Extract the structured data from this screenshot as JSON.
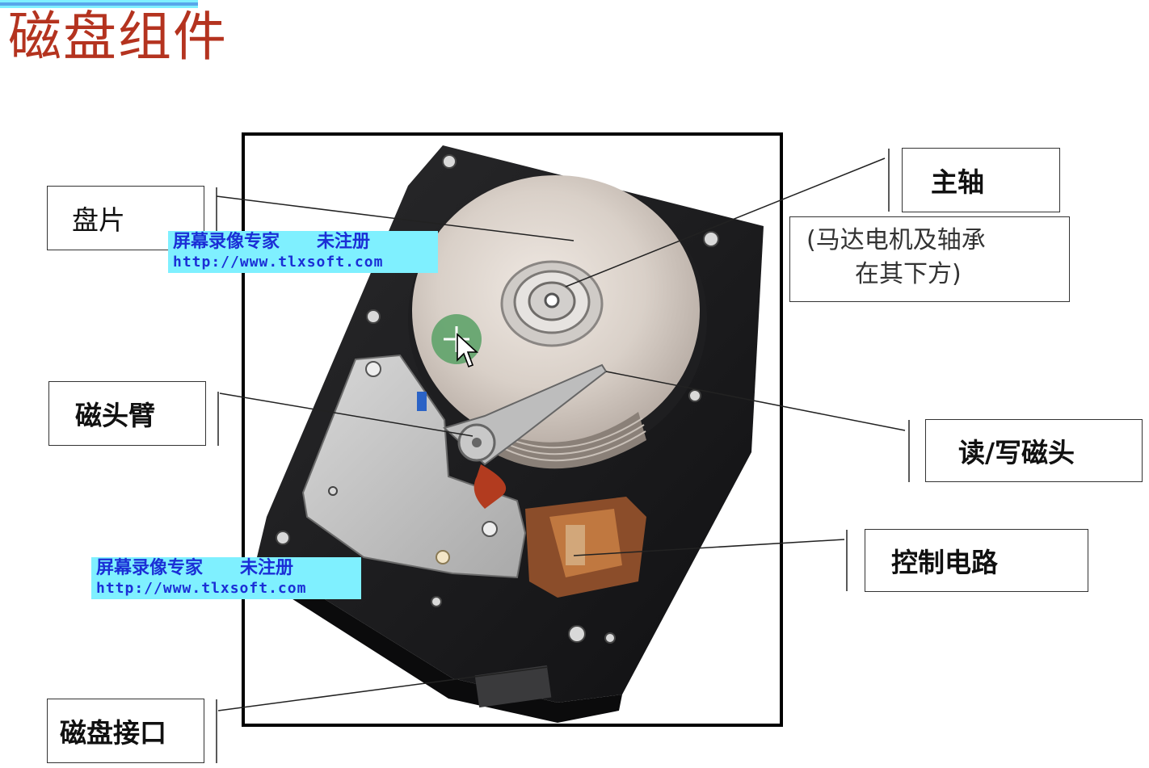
{
  "title": "磁盘组件",
  "labels": {
    "platter": "盘片",
    "spindle": "主轴",
    "spindle_note_line1": "(马达电机及轴承",
    "spindle_note_line2": "在其下方)",
    "head_arm": "磁头臂",
    "rw_head": "读/写磁头",
    "control_circuit": "控制电路",
    "disk_interface": "磁盘接口"
  },
  "watermark": {
    "line1": "屏幕录像专家      未注册",
    "line2": "http://www.tlxsoft.com"
  },
  "colors": {
    "title": "#b4331f",
    "watermark_bg": "#7ff0ff",
    "watermark_text": "#1b2fd6",
    "cursor_circle": "#5fa36a"
  },
  "icons": [
    "move-cursor-icon",
    "arrow-cursor-icon"
  ]
}
